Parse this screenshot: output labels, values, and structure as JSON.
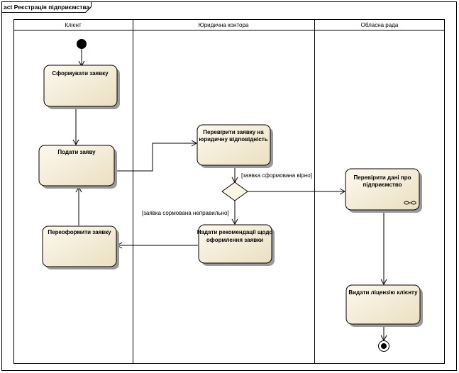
{
  "diagram_title": "act Реєстрація підприємства",
  "lanes": [
    {
      "label": "Клієнт"
    },
    {
      "label": "Юридична контора"
    },
    {
      "label": "Обласна рада"
    }
  ],
  "actions": {
    "form_application": "Сформувати заявку",
    "submit_application": "Подати заяву",
    "reform_application": "Переоформити заявку",
    "check_application_line1": "Перевірити заявку на",
    "check_application_line2": "юридичну відповідність",
    "give_recommendations_line1": "Надати рекомендації щодо",
    "give_recommendations_line2": "оформлення заявки",
    "check_enterprise_line1": "Перевірити дані про",
    "check_enterprise_line2": "підприємство",
    "issue_license": "Видати ліцензію клієнту"
  },
  "guards": {
    "correct": "[заявка сформована вірно]",
    "incorrect": "[заявка сормована неправильно]"
  },
  "colors": {
    "action_fill_light": "#fdf9ee",
    "action_fill_dark": "#ece1c4",
    "decision_fill": "#fcf6e4",
    "shadow": "#9a9a9a"
  }
}
